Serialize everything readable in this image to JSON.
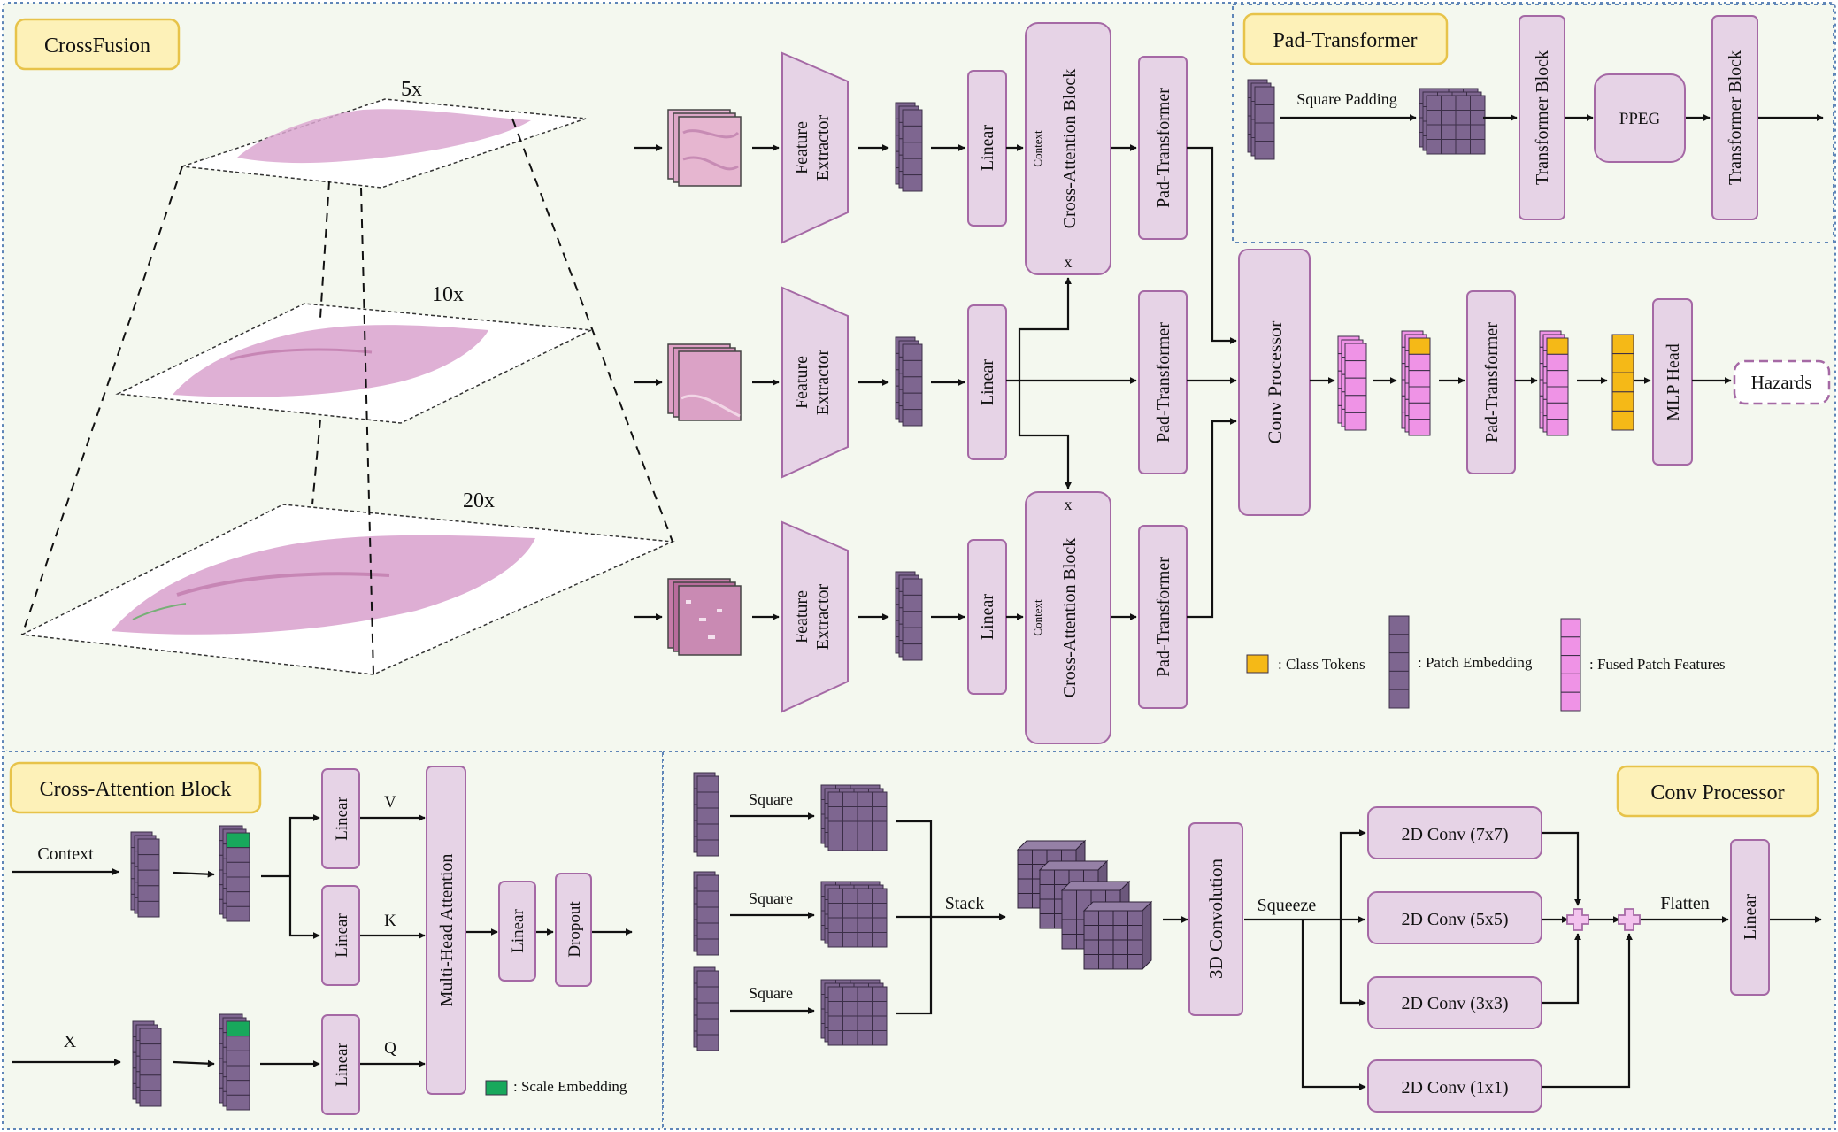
{
  "titles": {
    "crossfusion": "CrossFusion",
    "pad_transformer": "Pad-Transformer",
    "cross_attention": "Cross-Attention Block",
    "conv_processor": "Conv Processor"
  },
  "pyramid": {
    "levels": [
      "5x",
      "10x",
      "20x"
    ]
  },
  "main": {
    "feature_extractor": [
      "Feature",
      "Extractor"
    ],
    "linear": "Linear",
    "cab_label": "Cross-Attention Block",
    "context": "Context",
    "x_marker": "x",
    "pad_transformer": "Pad-Transformer",
    "conv_processor": "Conv Processor",
    "mlp_head": "MLP Head",
    "hazards": "Hazards"
  },
  "pad_panel": {
    "square_padding": "Square Padding",
    "transformer_block": "Transformer Block",
    "ppeg": "PPEG"
  },
  "legend": {
    "class_tokens": ": Class Tokens",
    "patch_embedding": ": Patch Embedding",
    "fused_patch": ": Fused Patch Features"
  },
  "cab_panel": {
    "context": "Context",
    "x": "X",
    "linear": "Linear",
    "v": "V",
    "k": "K",
    "q": "Q",
    "mha": "Multi-Head Attention",
    "dropout": "Dropout",
    "scale_embedding": ": Scale Embedding"
  },
  "conv_panel": {
    "square": "Square",
    "stack": "Stack",
    "conv3d": "3D Convolution",
    "squeeze": "Squeeze",
    "conv7": "2D Conv (7x7)",
    "conv5": "2D Conv (5x5)",
    "conv3": "2D Conv (3x3)",
    "conv1": "2D Conv (1x1)",
    "flatten": "Flatten",
    "linear": "Linear"
  },
  "colors": {
    "panel_bg": "#f4f8ef",
    "box_fill": "#e6d3e6",
    "box_stroke": "#a569a5",
    "title_fill": "#fdf1b8",
    "title_stroke": "#e7c34a",
    "patch_purple": "#7e6690",
    "fused_pink": "#ef93e6",
    "class_token": "#f5b917",
    "scale_green": "#18a85c",
    "dash_blue": "#5f86b8"
  }
}
